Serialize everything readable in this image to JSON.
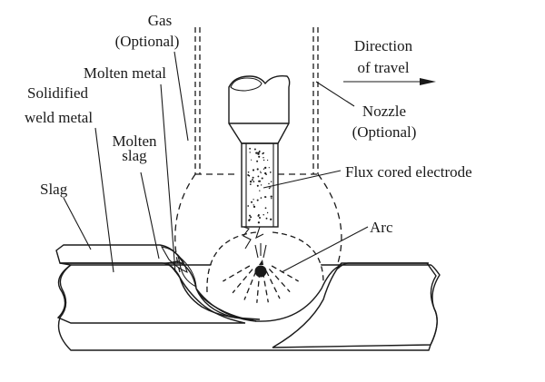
{
  "diagram": {
    "title": "Flux cored arc welding process",
    "labels": {
      "gas_line1": "Gas",
      "gas_line2": "(Optional)",
      "molten_metal": "Molten metal",
      "solidified_line1": "Solidified",
      "solidified_line2": "weld metal",
      "molten_slag_line1": "Molten",
      "molten_slag_line2": "slag",
      "slag": "Slag",
      "direction_line1": "Direction",
      "direction_line2": "of travel",
      "nozzle_line1": "Nozzle",
      "nozzle_line2": "(Optional)",
      "flux_cored_electrode": "Flux cored electrode",
      "arc": "Arc"
    },
    "colors": {
      "ink": "#1a1a1a",
      "background": "#ffffff"
    }
  }
}
